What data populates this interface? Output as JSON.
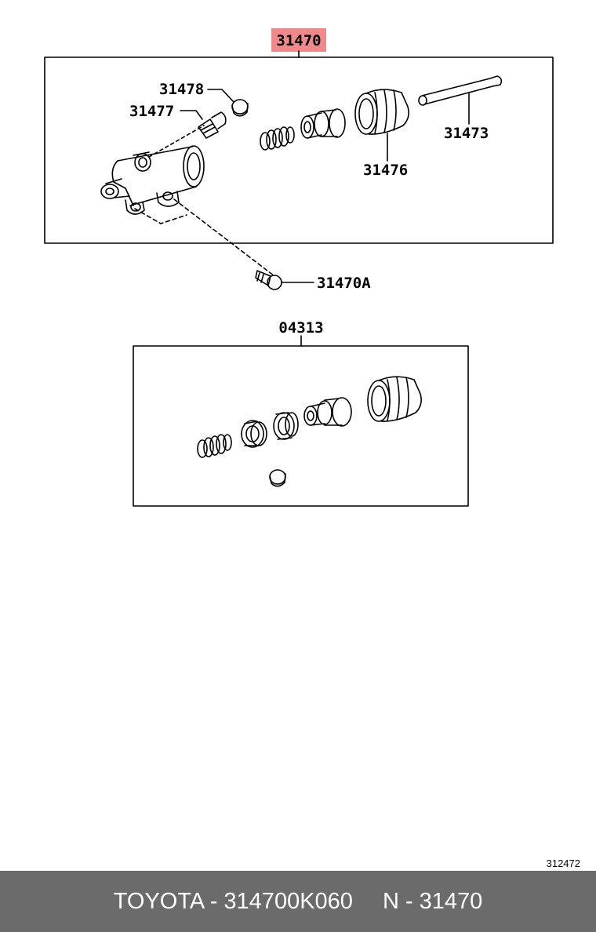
{
  "labels": {
    "main_assembly": "31470",
    "plug": "31478",
    "bleeder": "31477",
    "push_rod": "31473",
    "boot": "31476",
    "bolt": "31470A",
    "kit": "04313"
  },
  "colors": {
    "highlight": "#f08a8a",
    "footer_bg": "#6b6b6b"
  },
  "ref_code": "312472",
  "footer": {
    "brand_part": "TOYOTA - 314700K060",
    "ref_number": "N - 31470"
  }
}
